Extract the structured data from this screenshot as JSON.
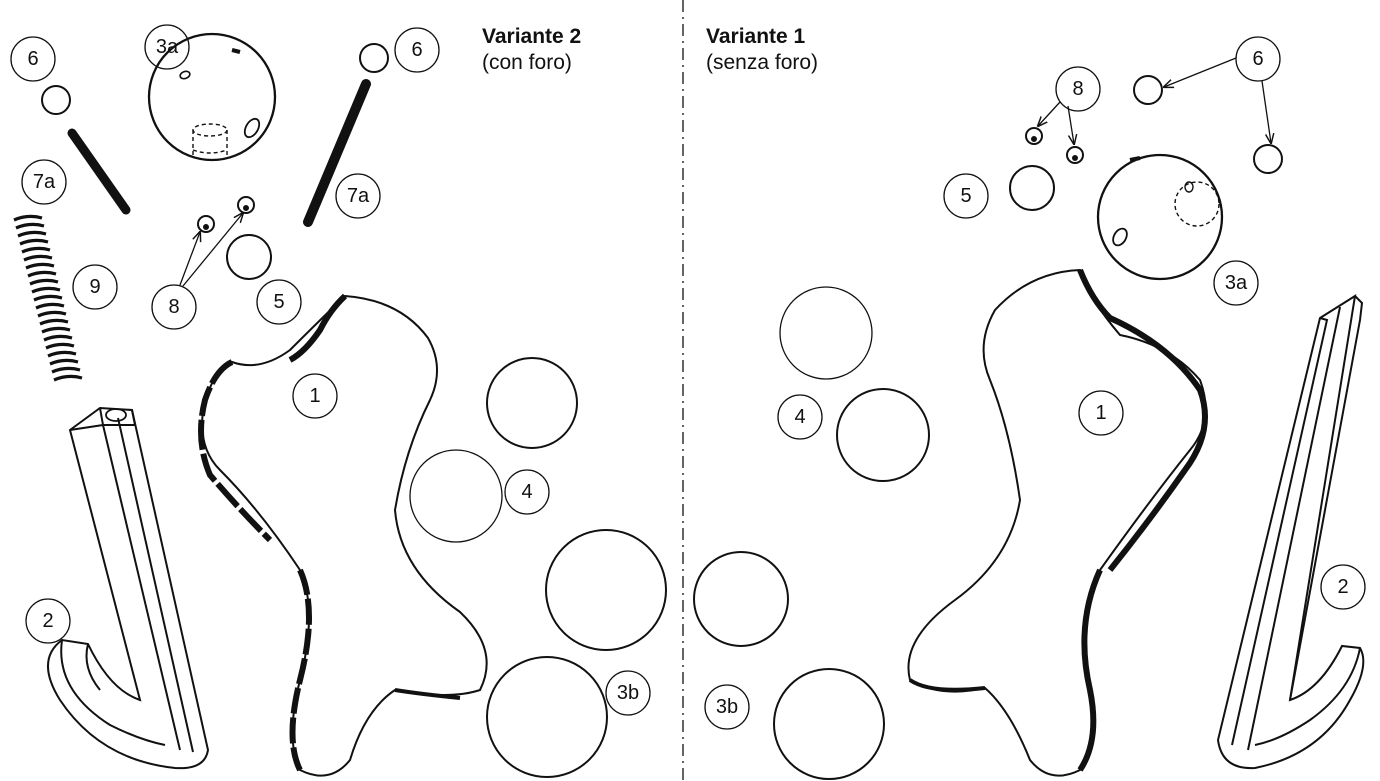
{
  "panels": {
    "left": {
      "title": "Variante 2",
      "subtitle": "(con foro)",
      "labels": {
        "part_1": "1",
        "part_2": "2",
        "part_3a": "3a",
        "part_3b": "3b",
        "part_4": "4",
        "part_5": "5",
        "part_6_a": "6",
        "part_6_b": "6",
        "part_7a_a": "7a",
        "part_7a_b": "7a",
        "part_8": "8",
        "part_9": "9"
      }
    },
    "right": {
      "title": "Variante 1",
      "subtitle": "(senza foro)",
      "labels": {
        "part_1": "1",
        "part_2": "2",
        "part_3a": "3a",
        "part_3b": "3b",
        "part_4": "4",
        "part_5": "5",
        "part_6": "6",
        "part_8": "8"
      }
    }
  }
}
